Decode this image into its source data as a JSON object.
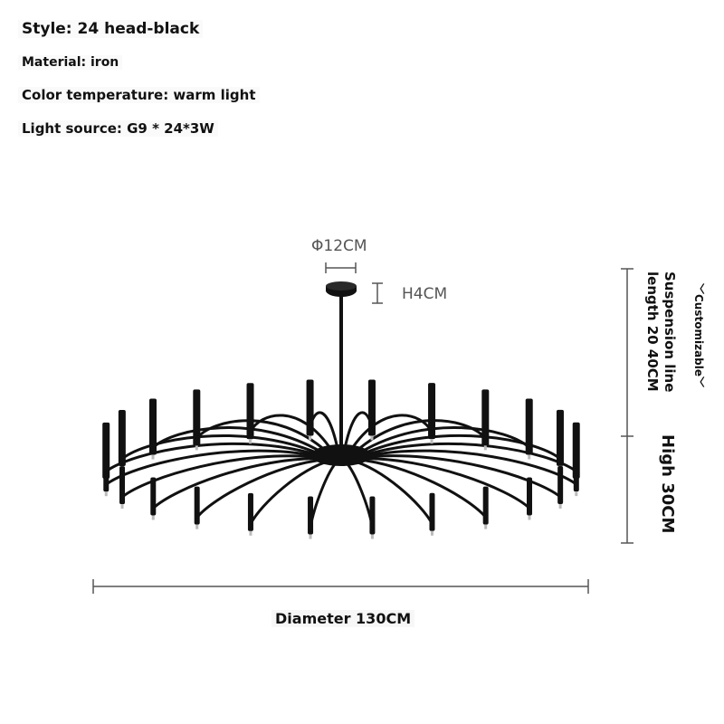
{
  "specs": {
    "style": "Style: 24 head-black",
    "material": "Material: iron",
    "color_temperature": "Color temperature: warm light",
    "light_source": "Light source: G9 * 24*3W"
  },
  "dimensions": {
    "canopy_diameter": "Φ12CM",
    "canopy_height": "H4CM",
    "suspension_line": "Suspension line",
    "suspension_length": "length 20 40CM",
    "customizable": "﹀Customizable﹀",
    "height": "High 30CM",
    "diameter": "Diameter 130CM"
  },
  "product": {
    "heads": 24,
    "finish_color": "#111111"
  }
}
